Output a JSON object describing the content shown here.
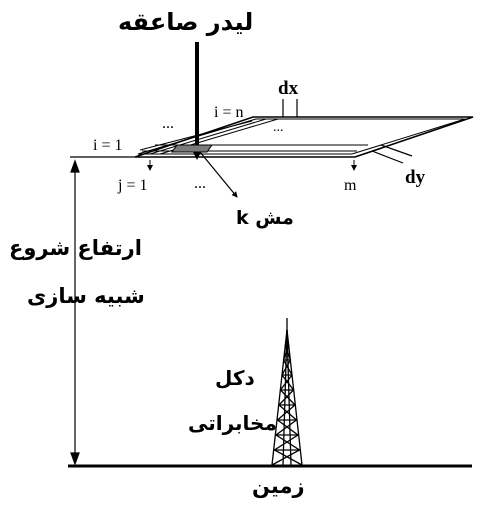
{
  "title": "لیدر صاعقه",
  "labels": {
    "dx": "dx",
    "dy": "dy",
    "i_first": "i = 1",
    "i_last": "i = n",
    "j_first": "j = 1",
    "m": "m",
    "dots": "...",
    "mesh": "مش k",
    "start_height_line1": "ارتفاع شروع",
    "start_height_line2": "شبیه سازی",
    "tower_line1": "دکل",
    "tower_line2": "مخابراتی",
    "ground": "زمین"
  }
}
